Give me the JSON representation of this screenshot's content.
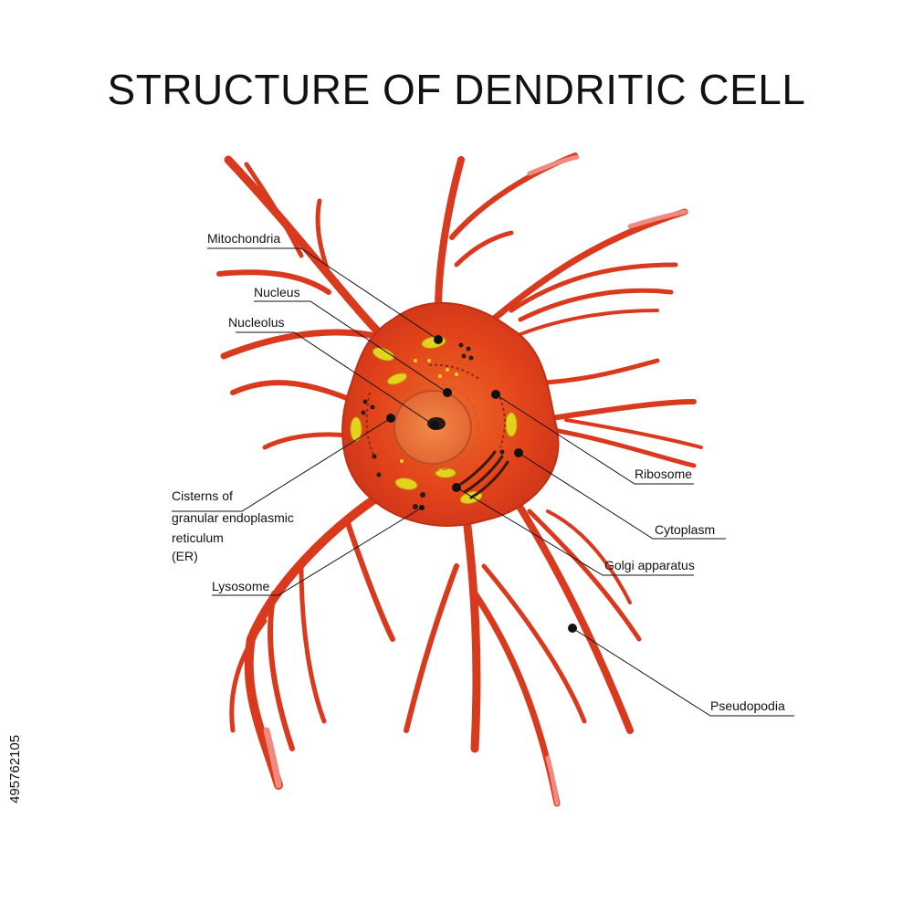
{
  "title": "STRUCTURE OF DENDRITIC CELL",
  "stock_id": "495762105",
  "colors": {
    "cell_body": "#e2431a",
    "cell_edge": "#c42f12",
    "process": "#d93a1e",
    "process_tip": "#f08a80",
    "nucleus": "#e8703c",
    "nucleus_edge": "#b8502a",
    "mitochondria": "#e6d21e",
    "label_line": "#111111"
  },
  "labels": {
    "mitochondria": "Mitochondria",
    "nucleus": "Nucleus",
    "nucleolus": "Nucleolus",
    "er_line1": "Cisterns of",
    "er_line2": "granular endoplasmic",
    "er_line3": "reticulum",
    "er_line4": "(ER)",
    "lysosome": "Lysosome",
    "ribosome": "Ribosome",
    "cytoplasm": "Cytoplasm",
    "golgi": "Golgi apparatus",
    "pseudopodia": "Pseudopodia"
  }
}
